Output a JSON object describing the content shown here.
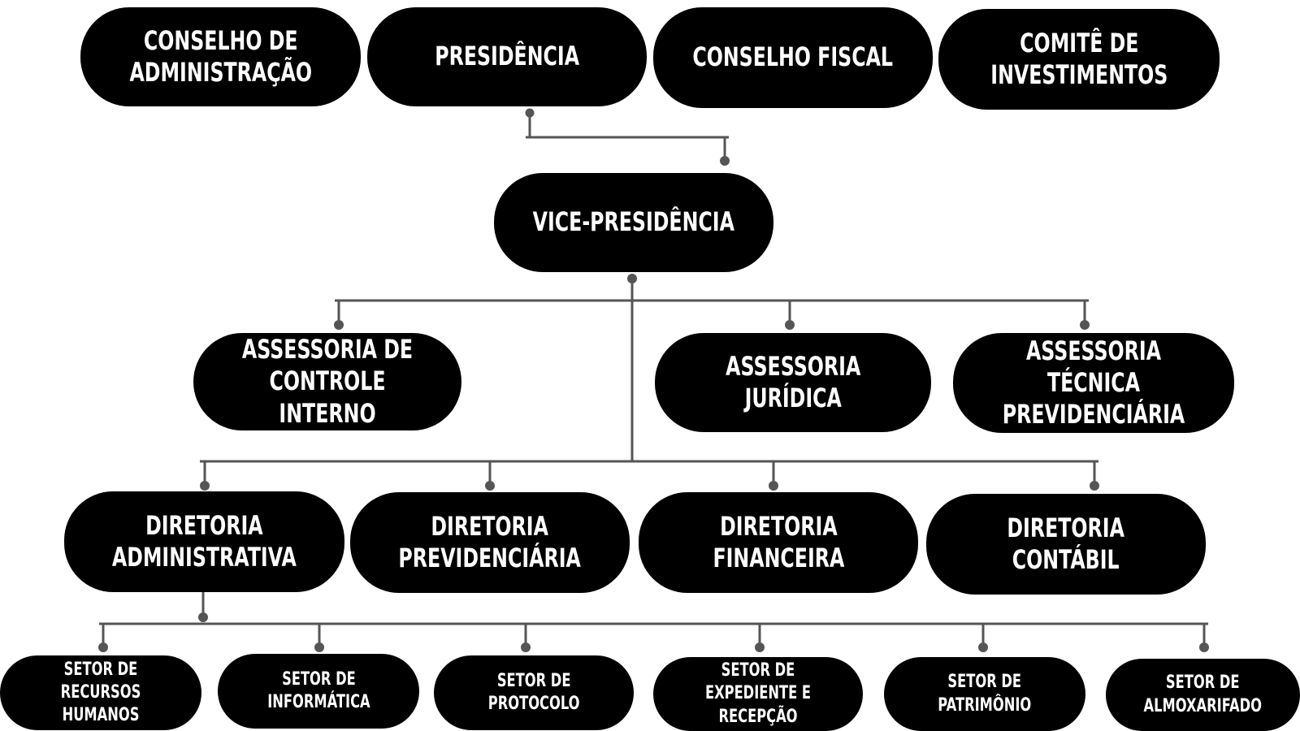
{
  "colors": {
    "node_fill": "#000000",
    "node_text": "#ffffff",
    "connector": "#555555",
    "background": "#ffffff"
  },
  "top_row": {
    "conselho_administracao": "CONSELHO DE\nADMINISTRAÇÃO",
    "presidencia": "PRESIDÊNCIA",
    "conselho_fiscal": "CONSELHO FISCAL",
    "comite_investimentos": "COMITÊ DE\nINVESTIMENTOS"
  },
  "vice_presidencia": "VICE-PRESIDÊNCIA",
  "assessorias": {
    "controle_interno": "ASSESSORIA DE\nCONTROLE INTERNO",
    "juridica": "ASSESSORIA\nJURÍDICA",
    "tecnica_previdenciaria": "ASSESSORIA TÉCNICA\nPREVIDENCIÁRIA"
  },
  "diretorias": {
    "administrativa": "DIRETORIA\nADMINISTRATIVA",
    "previdenciaria": "DIRETORIA\nPREVIDENCIÁRIA",
    "financeira": "DIRETORIA\nFINANCEIRA",
    "contabil": "DIRETORIA\nCONTÁBIL"
  },
  "setores": {
    "recursos_humanos": "SETOR DE\nRECURSOS HUMANOS",
    "informatica": "SETOR DE\nINFORMÁTICA",
    "protocolo": "SETOR DE\nPROTOCOLO",
    "expediente_recepcao": "SETOR DE\nEXPEDIENTE E RECEPÇÃO",
    "patrimonio": "SETOR DE\nPATRIMÔNIO",
    "almoxarifado": "SETOR DE\nALMOXARIFADO"
  }
}
